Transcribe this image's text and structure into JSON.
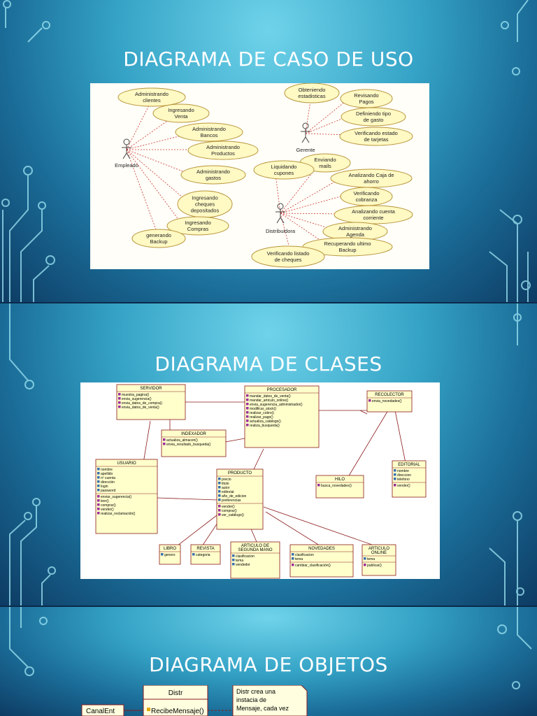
{
  "slides": [
    {
      "title": "DIAGRAMA DE CASO DE USO"
    },
    {
      "title": "DIAGRAMA DE CLASES"
    },
    {
      "title": "DIAGRAMA DE OBJETOS"
    }
  ],
  "use_case": {
    "actors": [
      "Empleado",
      "Gerente",
      "Distribuidora"
    ],
    "empleado_cases": [
      [
        "Administrando",
        "clientes"
      ],
      [
        "Ingresando",
        "Venta"
      ],
      [
        "Administrando",
        "Bancos"
      ],
      [
        "Administrando",
        "Productos"
      ],
      [
        "Administrando",
        "gastos"
      ],
      [
        "Ingresando",
        "cheques",
        "depositados"
      ],
      [
        "Ingresando",
        "Compras"
      ],
      [
        "generando",
        "Backup"
      ]
    ],
    "gerente_cases": [
      [
        "Obteniendo",
        "estadisticas"
      ],
      [
        "Revisando",
        "Pagos"
      ],
      [
        "Definiendo tipo",
        "de gasto"
      ],
      [
        "Verificando estado",
        "de tarjetas"
      ]
    ],
    "distribuidora_cases": [
      [
        "Enviando",
        "mails"
      ],
      [
        "Liquidando",
        "cupones"
      ],
      [
        "Analizando Caja de",
        "ahorro"
      ],
      [
        "Verificando",
        "cobranza"
      ],
      [
        "Analizando cuenta",
        "corriente"
      ],
      [
        "Administrando",
        "Agenda"
      ],
      [
        "Recuperando ultimo",
        "Backup"
      ],
      [
        "Verificando listado",
        "de cheques"
      ]
    ]
  },
  "class_diagram": {
    "classes": [
      {
        "name": "SERVIDOR",
        "attrs": [],
        "ops": [
          "muestra_pagina()",
          "envia_sugerencia()",
          "envia_datos_de_compra()",
          "envia_datos_de_venta()"
        ]
      },
      {
        "name": "PROCESADOR",
        "attrs": [],
        "ops": [
          "mandar_datos_de_venta()",
          "mandar_articulo_online()",
          "envia_sugerencia_administrador()",
          "modificar_stock()",
          "realizar_cobro()",
          "realizar_pago()",
          "actualiza_catálogo()",
          "realiza_busqueda()"
        ]
      },
      {
        "name": "RECOLECTOR",
        "attrs": [],
        "ops": [
          "envia_novedades()"
        ]
      },
      {
        "name": "INDEXADOR",
        "attrs": [],
        "ops": [
          "actualiza_almacen()",
          "envia_resultado_busqueda()"
        ]
      },
      {
        "name": "USUARIO",
        "attrs": [
          "nombre",
          "apellido",
          "nº cuenta",
          "dirección",
          "login",
          "password"
        ],
        "ops": [
          "enviar_sugerencia()",
          "leer()",
          "comprar()",
          "vender()",
          "realizar_reclamación()"
        ]
      },
      {
        "name": "PRODUCTO",
        "attrs": [
          "precio",
          "titulo",
          "autor",
          "editorial",
          "año_de_edicion",
          "preferencias"
        ],
        "ops": [
          "vender()",
          "comprar()",
          "ver_catálogo()"
        ]
      },
      {
        "name": "HILO",
        "attrs": [],
        "ops": [
          "busca_novedades()"
        ]
      },
      {
        "name": "EDITORIAL",
        "attrs": [
          "nombre",
          "direccion",
          "telefono"
        ],
        "ops": [
          "vender()"
        ]
      },
      {
        "name": "LIBRO",
        "attrs": [
          "genero"
        ],
        "ops": []
      },
      {
        "name": "REVISTA",
        "attrs": [
          "categoria"
        ],
        "ops": []
      },
      {
        "name": "ARTICULO DE SEGUNDA MANO",
        "attrs": [
          "clasificacion",
          "tema",
          "vendedor"
        ],
        "ops": []
      },
      {
        "name": "NOVEDADES",
        "attrs": [
          "clasificacion",
          "tema"
        ],
        "ops": [
          "cambiar_clasificación()"
        ]
      },
      {
        "name": "ARTICULO ONLINE",
        "attrs": [
          "tema"
        ],
        "ops": [
          "publicar()"
        ]
      }
    ]
  },
  "object_diagram": {
    "objects": [
      {
        "name": "CanalEnt"
      },
      {
        "name": "Distr",
        "op": "RecibeMensaje()"
      }
    ],
    "note": [
      "Distr crea una",
      "instacia de",
      "Mensaje, cada vez"
    ]
  },
  "colors": {
    "class_fill": "#ffffcc",
    "class_stroke": "#8b1a1a",
    "ellipse_fill": "#fff9c4"
  }
}
